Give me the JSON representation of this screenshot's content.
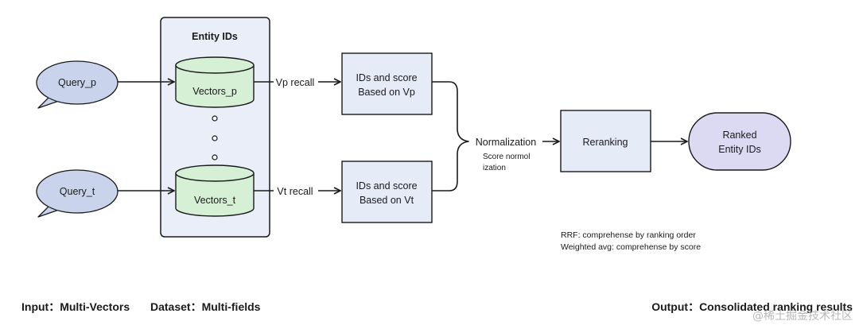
{
  "colors": {
    "bubble_fill": "#c9d4ec",
    "box_fill": "#e5ecf8",
    "cylinder_fill": "#d6f0d5",
    "ranked_fill": "#dcdaf3",
    "panel_fill": "#e9eef8",
    "stroke": "#1a1a1a"
  },
  "nodes": {
    "query_p": "Query_p",
    "query_t": "Query_t",
    "entity_ids": "Entity IDs",
    "vectors_p": "Vectors_p",
    "vectors_t": "Vectors_t",
    "vp_recall": "Vp recall",
    "vt_recall": "Vt recall",
    "ids_vp_line1": "IDs and score",
    "ids_vp_line2": "Based on Vp",
    "ids_vt_line1": "IDs and score",
    "ids_vt_line2": "Based on Vt",
    "normalization": "Normalization",
    "score_norm_line1": "Score normol",
    "score_norm_line2": "ization",
    "reranking": "Reranking",
    "ranked_line1": "Ranked",
    "ranked_line2": "Entity IDs"
  },
  "legend": {
    "rrf": "RRF: comprehense by ranking order",
    "weighted": "Weighted avg: comprehense by score"
  },
  "footer": {
    "input": "Input：Multi-Vectors",
    "dataset": "Dataset：Multi-fields",
    "output": "Output：Consolidated ranking results"
  },
  "watermark": "@稀土掘金技术社区"
}
